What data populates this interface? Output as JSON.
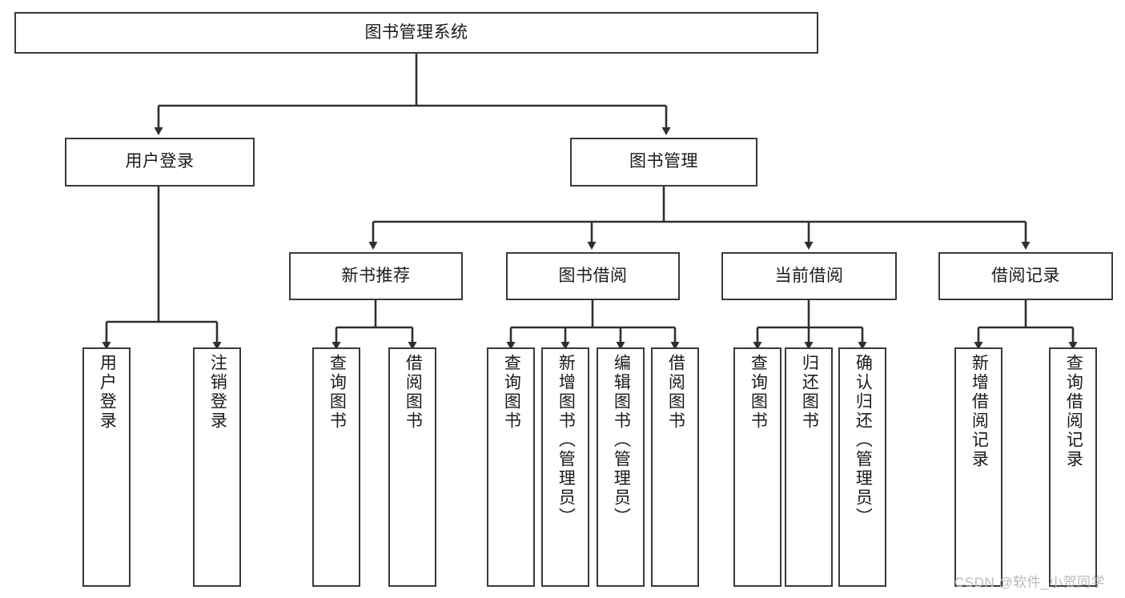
{
  "diagram": {
    "type": "tree-hierarchy-chart",
    "title": "图书管理系统",
    "orientation": "top-down",
    "colors": {
      "box_border": "#3a3a3a",
      "box_fill": "#ffffff",
      "connector": "#2f2f2f",
      "text": "#1a1a1a",
      "watermark": "#b9b9b9",
      "background": "#ffffff"
    }
  },
  "root": {
    "label": "图书管理系统"
  },
  "level2": [
    {
      "label": "用户登录"
    },
    {
      "label": "图书管理"
    }
  ],
  "level3": [
    {
      "label": "新书推荐"
    },
    {
      "label": "图书借阅"
    },
    {
      "label": "当前借阅"
    },
    {
      "label": "借阅记录"
    }
  ],
  "leaves": {
    "user_login": [
      {
        "label": "用户登录"
      },
      {
        "label": "注销登录"
      }
    ],
    "new_book_recommend": [
      {
        "label": "查询图书"
      },
      {
        "label": "借阅图书"
      }
    ],
    "book_borrow": [
      {
        "label": "查询图书"
      },
      {
        "label": "新增图书（管理员）"
      },
      {
        "label": "编辑图书（管理员）"
      },
      {
        "label": "借阅图书"
      }
    ],
    "current_borrow": [
      {
        "label": "查询图书"
      },
      {
        "label": "归还图书"
      },
      {
        "label": "确认归还（管理员）"
      }
    ],
    "borrow_record": [
      {
        "label": "新增借阅记录"
      },
      {
        "label": "查询借阅记录"
      }
    ]
  },
  "watermark": {
    "text": "CSDN @软件_小贺同学"
  }
}
